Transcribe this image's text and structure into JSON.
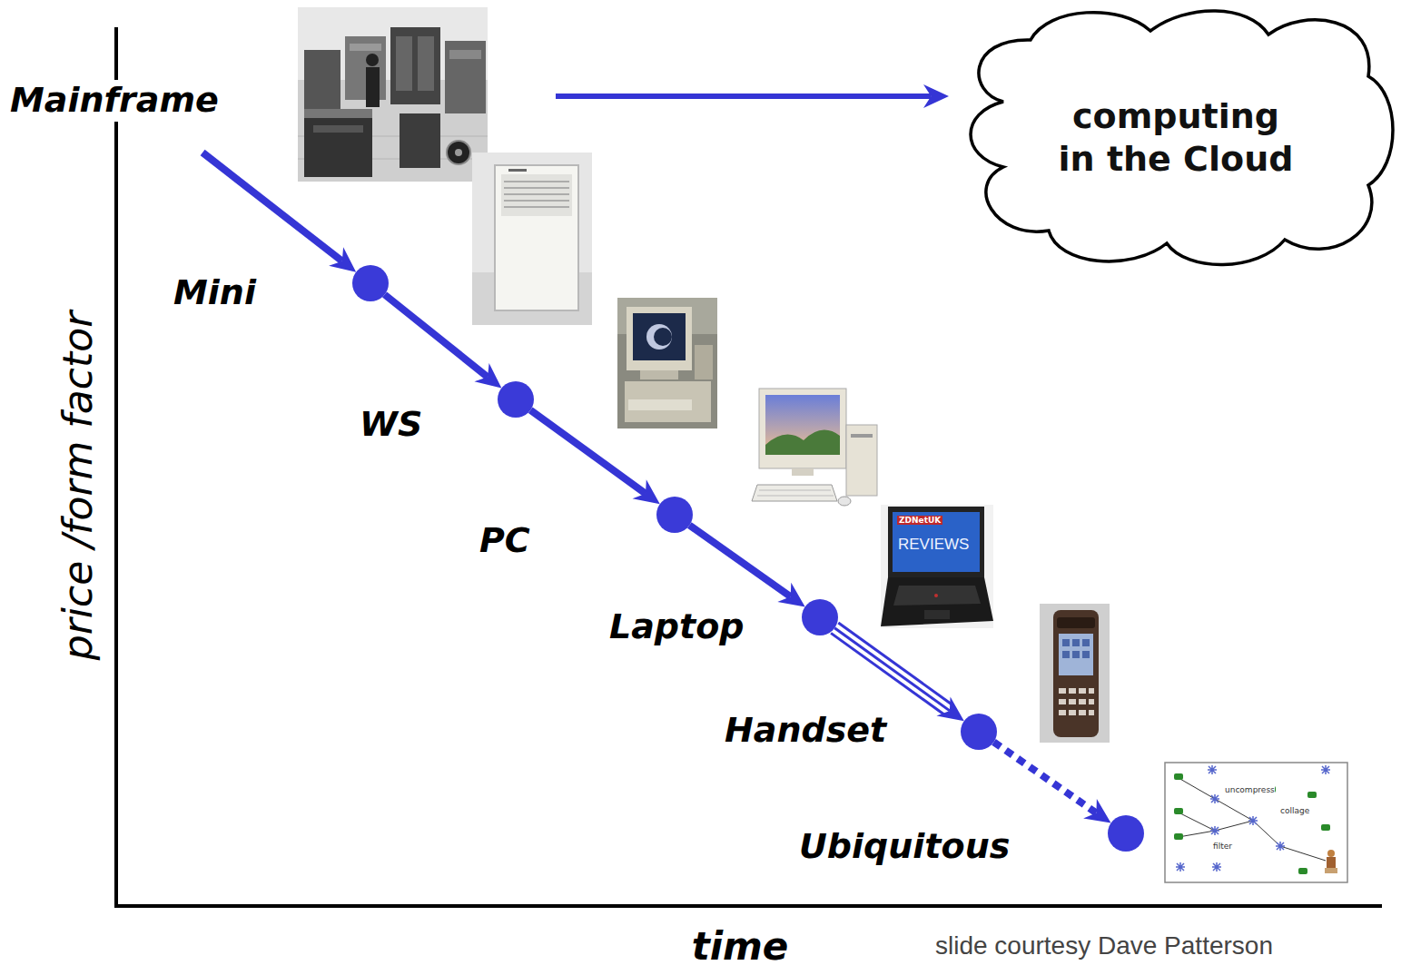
{
  "diagram": {
    "nodes": [
      {
        "text": [
          "Mainframe"
        ]
      },
      {
        "text": [
          "computing in the Cloud"
        ]
      },
      {
        "text": [
          "Mini"
        ]
      },
      {
        "text": [
          "WS"
        ]
      },
      {
        "text": [
          "PC"
        ]
      },
      {
        "text": [
          "Laptop"
        ]
      },
      {
        "text": [
          "Handset"
        ]
      },
      {
        "text": [
          "Ubiquitous"
        ]
      }
    ],
    "edges": [
      {
        "from": 0,
        "to": 1,
        "arrow": "to"
      },
      {
        "from": 0,
        "to": 2,
        "arrow": "to"
      },
      {
        "from": 2,
        "to": 3,
        "arrow": "to"
      },
      {
        "from": 3,
        "to": 4,
        "arrow": "to"
      },
      {
        "from": 4,
        "to": 5,
        "arrow": "to"
      },
      {
        "from": 5,
        "to": 6,
        "arrow": "to"
      },
      {
        "from": 6,
        "to": 7,
        "arrow": "to"
      }
    ],
    "labels": [
      "price /form factor",
      "time",
      "slide courtesy Dave Patterson",
      "ZDNetUK",
      "REVIEWS",
      "uncompress",
      "collage",
      "filter"
    ]
  }
}
